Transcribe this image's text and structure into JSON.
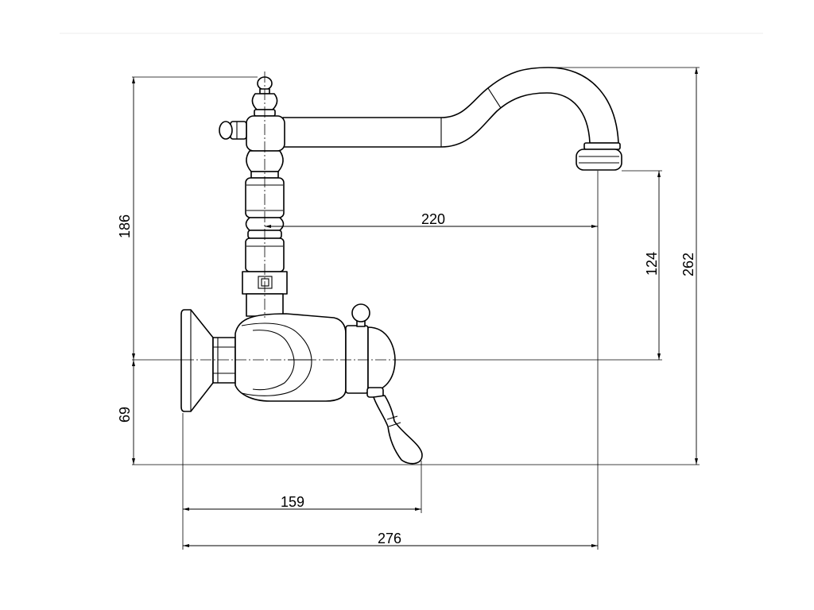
{
  "dimensions": {
    "column_height": "186",
    "flange_to_bottom": "69",
    "spout_reach": "220",
    "outlet_height": "124",
    "overall_height": "262",
    "handle_projection": "159",
    "overall_projection": "276"
  },
  "colors": {
    "line": "#000000",
    "background": "#ffffff"
  }
}
